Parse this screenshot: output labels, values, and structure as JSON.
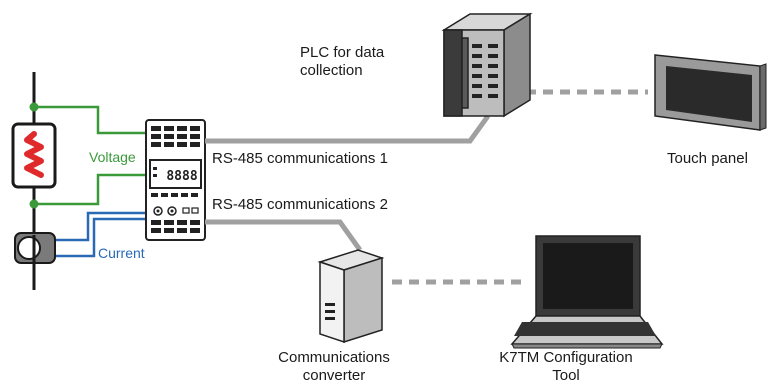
{
  "labels": {
    "plc": "PLC for data\ncollection",
    "touch_panel": "Touch panel",
    "rs485_1": "RS-485 communications 1",
    "rs485_2": "RS-485 communications 2",
    "voltage": "Voltage",
    "current": "Current",
    "converter": "Communications\nconverter",
    "tool": "K7TM Configuration\nTool",
    "display_digits": "8888"
  },
  "colors": {
    "voltage_wire": "#3a9a3a",
    "current_wire": "#2a6ab5",
    "comm_line": "#a0a0a0",
    "device_outline": "#222222",
    "heater_red": "#e0292b"
  }
}
